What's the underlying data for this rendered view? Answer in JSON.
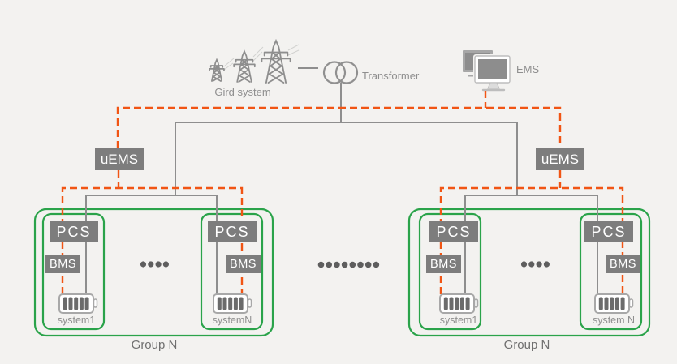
{
  "title": "Energy storage system architecture diagram",
  "colors": {
    "box_gray": "#7d7d7d",
    "line_gray": "#8e8e8e",
    "comm_orange": "#f15514",
    "group_green": "#2aa34a",
    "label_gray": "#8f8f8f",
    "bg": "#f3f2f0"
  },
  "top": {
    "grid_label": "Gird system",
    "transformer_label": "Transformer",
    "ems_label": "EMS"
  },
  "uems": {
    "left": "uEMS",
    "right": "uEMS"
  },
  "groups": [
    {
      "label": "Group N",
      "systems": [
        {
          "pcs": "PCS",
          "bms": "BMS",
          "name": "system1"
        },
        {
          "pcs": "PCS",
          "bms": "BMS",
          "name": "systemN"
        }
      ]
    },
    {
      "label": "Group N",
      "systems": [
        {
          "pcs": "PCS",
          "bms": "BMS",
          "name": "system1"
        },
        {
          "pcs": "PCS",
          "bms": "BMS",
          "name": "system N"
        }
      ]
    }
  ],
  "icons": {
    "grid": "transmission-towers-icon",
    "transformer": "two-circle-transformer-icon",
    "ems": "dual-monitor-icon",
    "battery": "battery-icon"
  }
}
